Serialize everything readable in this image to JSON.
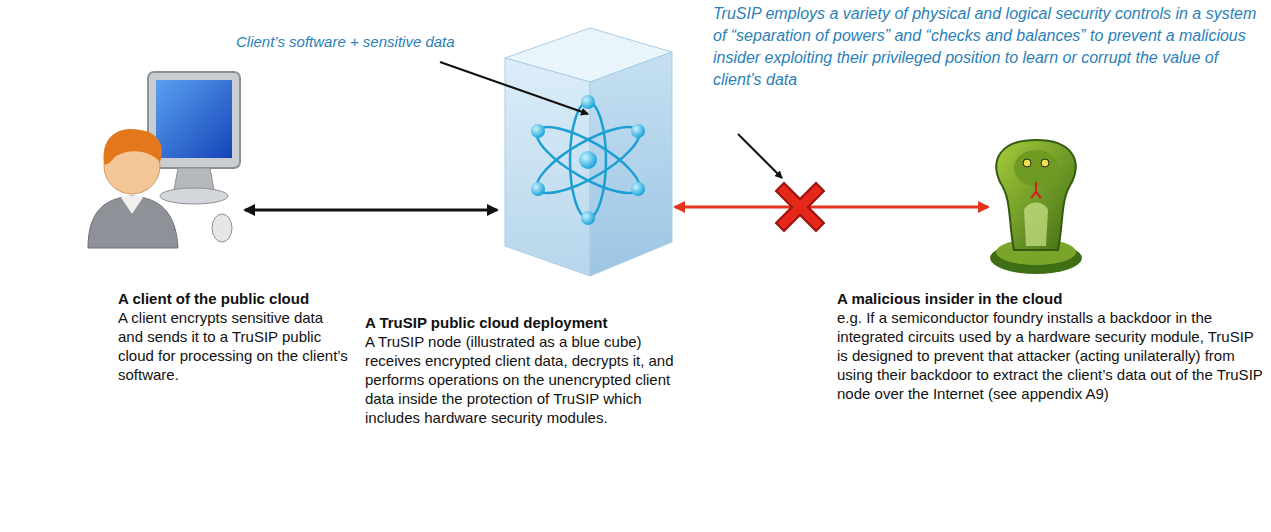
{
  "diagram": {
    "nodes": [
      {
        "text": [
          "A client of the public cloud",
          "A client encrypts sensitive data and sends it to a TruSIP public cloud for processing on the client’s software."
        ]
      },
      {
        "text": [
          "A TruSIP public cloud deployment",
          "A TruSIP node (illustrated as a blue cube) receives encrypted client data, decrypts it, and performs operations on the unencrypted client data inside the protection of TruSIP which includes hardware security modules."
        ]
      },
      {
        "text": [
          "A malicious insider in the cloud",
          "e.g. If a semiconductor foundry installs a backdoor in the integrated circuits used by a hardware security module, TruSIP is designed to prevent that attacker (acting unilaterally) from using their backdoor to extract the client’s data out of the TruSIP node over the Internet (see appendix A9)"
        ]
      }
    ],
    "edges": [
      {
        "from": 0,
        "to": 1,
        "arrow": "both"
      },
      {
        "from": 1,
        "to": 2,
        "arrow": "both"
      }
    ],
    "labels": [
      "Client’s software + sensitive data",
      "TruSIP employs a variety of physical and logical security controls in a system of “separation of powers” and “checks and balances” to prevent a malicious insider exploiting their privileged position to learn or corrupt the value of client’s data"
    ]
  }
}
